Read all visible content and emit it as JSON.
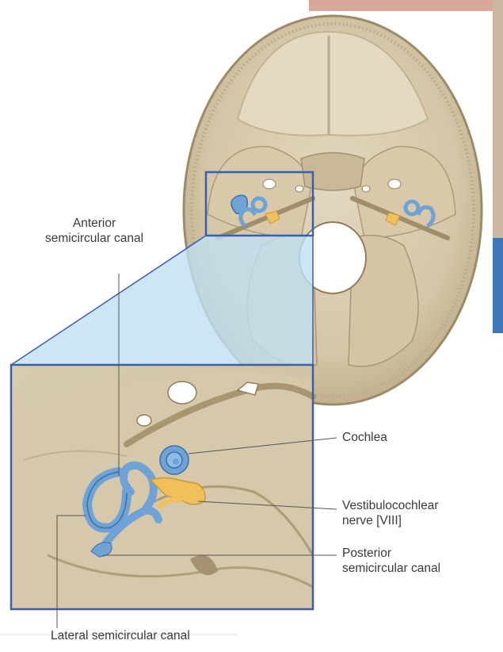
{
  "labels": {
    "anterior_line1": "Anterior",
    "anterior_line2": "semicircular canal",
    "cochlea": "Cochlea",
    "vestibulocochlear_line1": "Vestibulocochlear",
    "vestibulocochlear_line2": "nerve [VIII]",
    "posterior_line1": "Posterior",
    "posterior_line2": "semicircular canal",
    "lateral": "Lateral semicircular canal"
  },
  "colors": {
    "bone": "#d9cdb2",
    "bone_shadow": "#b8a887",
    "canal_blue": "#6fa3d6",
    "ossicle_yellow": "#f0c15a",
    "frame_blue": "#3d5fa6",
    "zoom_fill": "#bfe0f2",
    "leader": "#555555"
  }
}
